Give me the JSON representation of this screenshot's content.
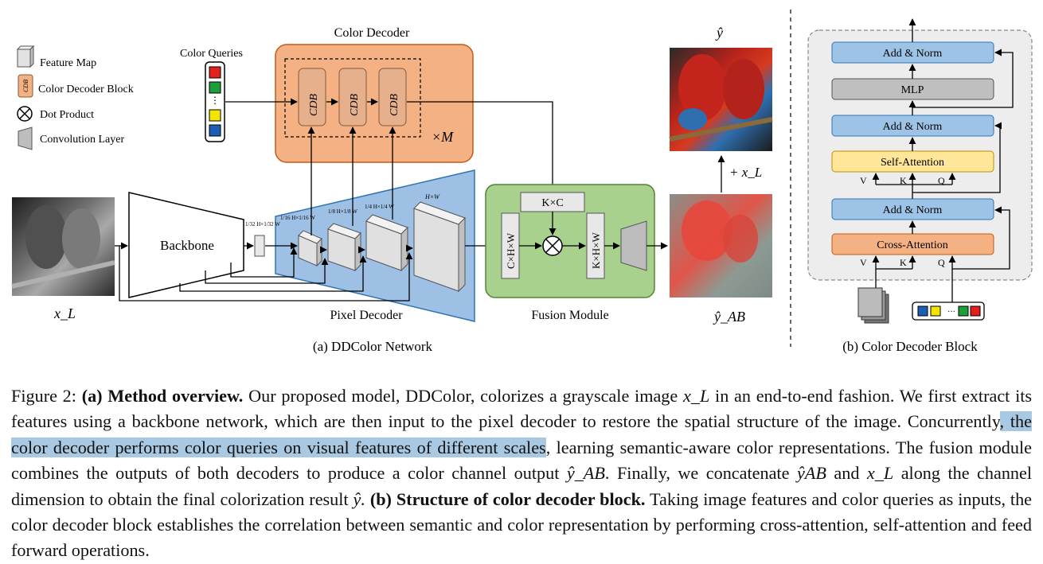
{
  "legend": {
    "feature_map": "Feature Map",
    "cdb_block": "Color Decoder Block",
    "cdb_abbr": "CDB",
    "dot_product": "Dot Product",
    "conv_layer": "Convolution Layer"
  },
  "network": {
    "color_queries": "Color Queries",
    "color_decoder": "Color Decoder",
    "cdb_label": "CDB",
    "repeat": "×M",
    "backbone": "Backbone",
    "input_label": "x_L",
    "pixel_decoder": "Pixel Decoder",
    "fusion_module": "Fusion Module",
    "kxc": "K×C",
    "cxhxw": "C×H×W",
    "kxhxw": "K×H×W",
    "plus_xl": "+ x_L",
    "y_hat": "ŷ",
    "y_hat_ab": "ŷ_AB",
    "scales": {
      "s32": "1/32 H×1/32 W",
      "s16": "1/16 H×1/16 W",
      "s8": "1/8 H×1/8 W",
      "s4": "1/4 H×1/4 W",
      "full": "H×W"
    },
    "subcaption": "(a) DDColor Network"
  },
  "block": {
    "add_norm": "Add & Norm",
    "mlp": "MLP",
    "self_attention": "Self-Attention",
    "cross_attention": "Cross-Attention",
    "v": "V",
    "k": "K",
    "q": "Q",
    "subcaption": "(b) Color Decoder Block"
  },
  "caption": {
    "figure_label": "Figure 2:",
    "a_title": "(a) Method overview.",
    "t1": "Our proposed model, DDColor, colorizes a grayscale image",
    "t2": "in an end-to-end fashion. We first extract its features using a backbone network, which are then input to the pixel decoder to restore the spatial structure of the image. Concurrently",
    "highlight": ", the color decoder performs color queries on visual features of different scales",
    "t3": ", learning semantic-aware color representations. The fusion module combines the outputs of both decoders to produce a color channel output",
    "t4": ". Finally, we concatenate",
    "t5": "and",
    "t6": "along the channel dimension to obtain the final colorization result",
    "b_title": "(b) Structure of color decoder block.",
    "t7": "Taking image features and color queries as inputs, the color decoder block establishes the correlation between semantic and color representation by performing cross-attention, self-attention and feed forward operations.",
    "m_xl": "x_L",
    "m_yab": "ŷ_AB",
    "m_yhatAB": "ŷAB",
    "m_yhat": "ŷ."
  },
  "colors": {
    "color_decoder_fill": "#f3b184",
    "pixel_decoder_fill": "#9fc0e5",
    "fusion_fill": "#a9d18e",
    "block_blue": "#9dc3e6",
    "block_yellow": "#ffe699",
    "block_orange": "#f4b183",
    "block_gray": "#bfbfbf",
    "highlight": "#a9c9e2"
  }
}
